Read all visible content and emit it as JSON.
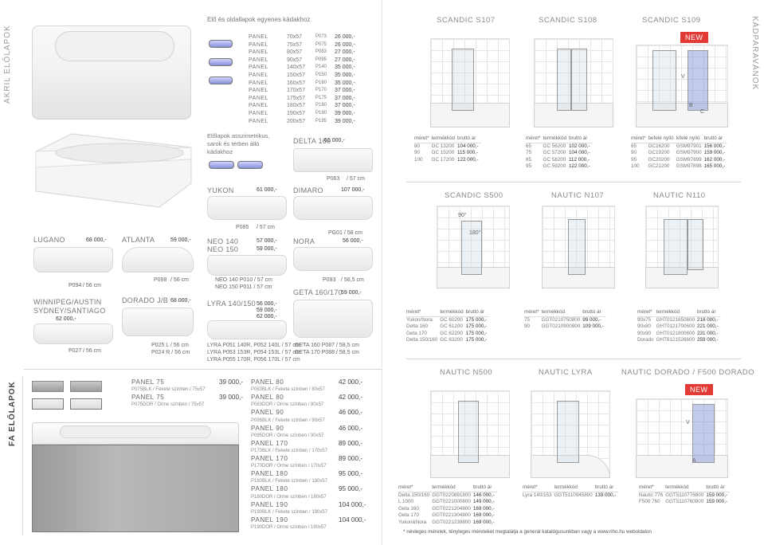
{
  "left": {
    "side_label_top": "AKRIL ELŐLAPOK",
    "side_label_bottom": "FA ELŐLAPOK",
    "intro": "Elő és oldallapok egyenes kádakhoz",
    "panels": [
      {
        "name": "PANEL",
        "size": "70x57",
        "code": "P073",
        "price": "26 000,-"
      },
      {
        "name": "PANEL",
        "size": "75x57",
        "code": "P075",
        "price": "26 000,-"
      },
      {
        "name": "PANEL",
        "size": "80x57",
        "code": "P083",
        "price": "27 000,-"
      },
      {
        "name": "PANEL",
        "size": "90x57",
        "code": "P095",
        "price": "27 000,-"
      },
      {
        "name": "PANEL",
        "size": "140x57",
        "code": "P140",
        "price": "35 000,-"
      },
      {
        "name": "PANEL",
        "size": "150x57",
        "code": "P150",
        "price": "35 000,-"
      },
      {
        "name": "PANEL",
        "size": "160x57",
        "code": "P160",
        "price": "35 000,-"
      },
      {
        "name": "PANEL",
        "size": "170x57",
        "code": "P170",
        "price": "37 000,-"
      },
      {
        "name": "PANEL",
        "size": "175x57",
        "code": "P175",
        "price": "37 000,-"
      },
      {
        "name": "PANEL",
        "size": "180x57",
        "code": "P180",
        "price": "37 000,-"
      },
      {
        "name": "PANEL",
        "size": "190x57",
        "code": "P190",
        "price": "39 000,-"
      },
      {
        "name": "PANEL",
        "size": "200x57",
        "code": "P195",
        "price": "39 000,-"
      }
    ],
    "asym_text": "Előlapok asszimetrikus, sarok és térben álló kádakhoz",
    "delta": {
      "name": "DELTA 160",
      "price": "61 000,-",
      "code": "P063",
      "size": "/ 57 cm"
    },
    "yukon": {
      "name": "YUKON",
      "price": "61 000,-",
      "code": "P085",
      "size": "/ 57 cm"
    },
    "dimaro": {
      "name": "DIMARO",
      "price": "107 000,-",
      "code": "PG01",
      "size": "/ 58 cm"
    },
    "lugano": {
      "name": "LUGANO",
      "price": "68 000,-",
      "code": "P094",
      "size": "/ 56 cm"
    },
    "atlanta": {
      "name": "ATLANTA",
      "price": "59 000,-",
      "code": "P098",
      "size": "/ 56 cm"
    },
    "neo140": {
      "name": "NEO 140",
      "price": "57 000,-"
    },
    "neo150": {
      "name": "NEO 150",
      "price": "59 000,-"
    },
    "neo_codes": [
      "NEO 140 P010  / 57 cm",
      "NEO 150 P011  / 57 cm"
    ],
    "nora": {
      "name": "NORA",
      "price": "56 000,-",
      "code": "P093",
      "size": "/ 58,5 cm"
    },
    "winnipeg": {
      "name1": "WINNIPEG/AUSTIN",
      "name2": "SYDNEY/SANTIAGO",
      "price": "62 000,-",
      "code": "P027",
      "size": "/ 56 cm"
    },
    "dorado": {
      "name": "DORADO J/B",
      "price": "68 000,-",
      "codes": [
        "P025 L  / 56 cm",
        "P024 R  / 56 cm"
      ]
    },
    "lyra": {
      "name": "LYRA 140/150",
      "prices": [
        "56 000,-",
        "59 000,-",
        "62 000,-"
      ],
      "codes": [
        "LYRA P051 140R, P052 140L  / 57 cm",
        "LYRA P053 153R, P054 153L  / 57 cm",
        "LYRA P055 170R, P056 170L  / 57 cm"
      ]
    },
    "geta": {
      "name": "GETA 160/170",
      "price": "59 000,-",
      "codes": [
        "GETA 160 P087  / 58,5 cm",
        "GETA 170 P088  / 58,5 cm"
      ]
    },
    "fa": [
      {
        "name": "PANEL 75",
        "sub": "P075BLK / Fekete színben / 75x57",
        "price": "39 000,-"
      },
      {
        "name": "PANEL 75",
        "sub": "P075DOR / Orme színben / 75x57",
        "price": "39 000,-"
      }
    ],
    "fa2": [
      {
        "name": "PANEL 80",
        "sub": "P083BLK / Fekete színben / 80x57",
        "price": "42 000,-"
      },
      {
        "name": "PANEL 80",
        "sub": "P083DOR / Orme színben / 80x57",
        "price": "42 000,-"
      },
      {
        "name": "PANEL 90",
        "sub": "P095BLK / Fekete színben / 90x57",
        "price": "46 000,-"
      },
      {
        "name": "PANEL 90",
        "sub": "P095DOR / Orme színben / 90x57",
        "price": "46 000,-"
      },
      {
        "name": "PANEL 170",
        "sub": "P170BLK / Fekete színben / 170x57",
        "price": "89 000,-"
      },
      {
        "name": "PANEL 170",
        "sub": "P170DOR / Orme színben / 170x57",
        "price": "89 000,-"
      },
      {
        "name": "PANEL 180",
        "sub": "P180BLK / Fekete színben / 180x57",
        "price": "95 000,-"
      },
      {
        "name": "PANEL 180",
        "sub": "P180DOR / Orme színben / 180x57",
        "price": "95 000,-"
      },
      {
        "name": "PANEL 190",
        "sub": "P190BLK / Fekete színben / 190x57",
        "price": "104 000,-"
      },
      {
        "name": "PANEL 190",
        "sub": "P190DOR / Orme színben / 190x57",
        "price": "104 000,-"
      }
    ]
  },
  "right": {
    "side_label": "KÁDPARAVÁNOK",
    "new_badge": "NEW",
    "titles": {
      "s107": "SCANDIC S107",
      "s108": "SCANDIC S108",
      "s109": "SCANDIC S109",
      "s500": "SCANDIC S500",
      "n107": "NAUTIC N107",
      "n110": "NAUTIC N110",
      "n500": "NAUTIC N500",
      "lyra": "NAUTIC LYRA",
      "dorado": "NAUTIC DORADO / F500 DORADO"
    },
    "h": {
      "meret": "méret*",
      "kod": "termékkód",
      "ar": "bruttó ár",
      "befele": "befelé nyíló",
      "kifele": "kifelé nyíló"
    },
    "s107": [
      [
        "80",
        "GC 13200",
        "104 000,-"
      ],
      [
        "90",
        "GC 15200",
        "115 000,-"
      ],
      [
        "100",
        "GC 17200",
        "122 000,-"
      ]
    ],
    "s108": [
      [
        "65",
        "GC 56200",
        "102 000,-"
      ],
      [
        "75",
        "GC 57200",
        "104 000,-"
      ],
      [
        "85",
        "GC 58200",
        "112 000,-"
      ],
      [
        "95",
        "GC 59200",
        "122 000,-"
      ]
    ],
    "s109": [
      [
        "85",
        "GC16200",
        "GSM97901",
        "156 000,-"
      ],
      [
        "90",
        "GC19200",
        "GSM97900",
        "159 000,-"
      ],
      [
        "95",
        "GC20200",
        "GSM97899",
        "162 000,-"
      ],
      [
        "100",
        "GC21200",
        "GSM97898",
        "165 000,-"
      ]
    ],
    "s500": [
      [
        "Yukon/Nora",
        "GC 60200",
        "175 000,-"
      ],
      [
        "Delta 160",
        "GC 61200",
        "175 000,-"
      ],
      [
        "Geta 170",
        "GC 62200",
        "175 000,-"
      ],
      [
        "Delta 150/160",
        "GC 63200",
        "175 000,-"
      ]
    ],
    "n107": [
      [
        "75",
        "GGT0210750800",
        "99 000,-"
      ],
      [
        "90",
        "GGT0210900800",
        "109 000,-"
      ]
    ],
    "n110": [
      [
        "90x75",
        "GHT0121650600",
        "216 000,-"
      ],
      [
        "90x80",
        "GHT0121700600",
        "221 000,-"
      ],
      [
        "90x90",
        "GHT0121800600",
        "231 000,-"
      ],
      [
        "Dorado",
        "GHT6121526600",
        "259 000,-"
      ]
    ],
    "n500": [
      [
        "Delta 150/160",
        "GGT0220891800",
        "146 000,-"
      ],
      [
        "L 1000",
        "GGT0221000800",
        "149 000,-"
      ],
      [
        "Geta 160",
        "GGT0221204800",
        "169 000,-"
      ],
      [
        "Geta 170",
        "GGT0221304800",
        "169 000,-"
      ],
      [
        "Yukon&Nora",
        "GGT0221239800",
        "169 000,-"
      ]
    ],
    "lyra": [
      [
        "Lyra 140/153",
        "GGT5110945800",
        "139 000,-"
      ]
    ],
    "dorado": [
      [
        "Nautic 776",
        "GGT5110776800",
        "159 000,-"
      ],
      [
        "F500 760",
        "GGT5110760800",
        "159 000,-"
      ]
    ],
    "angle1": "90°",
    "angle2": "180°",
    "dims_v": "V",
    "dims_b": "B",
    "dims_c": "C",
    "dims_a": "A",
    "footnote": "* névleges méretek, tényleges méreteket megtalálja a generál katalógusunkban vagy a www.riho.hu weboldalon"
  }
}
